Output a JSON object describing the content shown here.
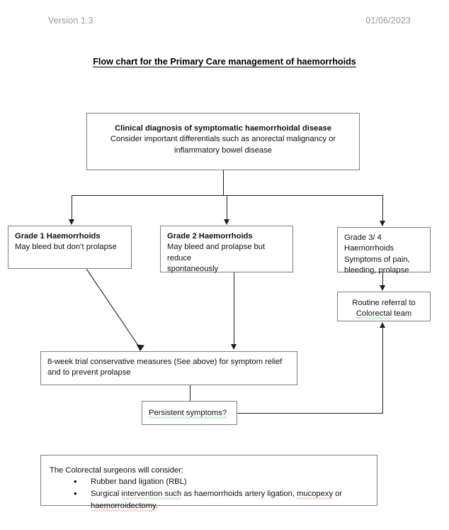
{
  "header": {
    "version": "Version 1.3",
    "date": "01/06/2023"
  },
  "title": "Flow chart for the Primary Care management of haemorrhoids",
  "nodes": {
    "diagnosis": {
      "heading": "Clinical diagnosis of symptomatic haemorrhoidal disease",
      "line2": "Consider important differentials such as anorectal malignancy or",
      "line3": "inflammatory bowel disease"
    },
    "grade1": {
      "heading": "Grade 1 Haemorrhoids",
      "line2": "May bleed but don’t prolapse"
    },
    "grade2": {
      "heading": "Grade 2 Haemorrhoids",
      "line2": "May bleed and prolapse but reduce",
      "line3": "spontaneously"
    },
    "grade34": {
      "line1": "Grade 3/ 4 Haemorrhoids",
      "line2": "Symptoms of pain,",
      "line3": "bleeding, prolapse"
    },
    "referral": {
      "line1": "Routine referral to",
      "line2_flagged": "Colorectal",
      "line2_rest": " team"
    },
    "trial": {
      "text": "8-week trial conservative measures (See above) for symptom relief and to prevent prolapse"
    },
    "persistent": {
      "text": "Persistent symptoms?"
    },
    "surgeons": {
      "intro": "The Colorectal surgeons will consider:",
      "bullet1": "Rubber band ligation (RBL)",
      "bullet2_pre": "Surgical ",
      "bullet2_flag_green": "intervention  such",
      "bullet2_mid": " as haemorrhoids artery ligation, ",
      "bullet2_flag_red1": "mucopexy",
      "bullet2_mid2": " or ",
      "bullet2_flag_red2": "haemorroidectomy",
      "bullet2_end": "."
    }
  },
  "colors": {
    "box_border": "#7f7f7f",
    "connector": "#1f1f1f",
    "header_text": "#9a9a9a",
    "spell_error": "#e04a3f",
    "grammar_error": "#2faf4a"
  }
}
